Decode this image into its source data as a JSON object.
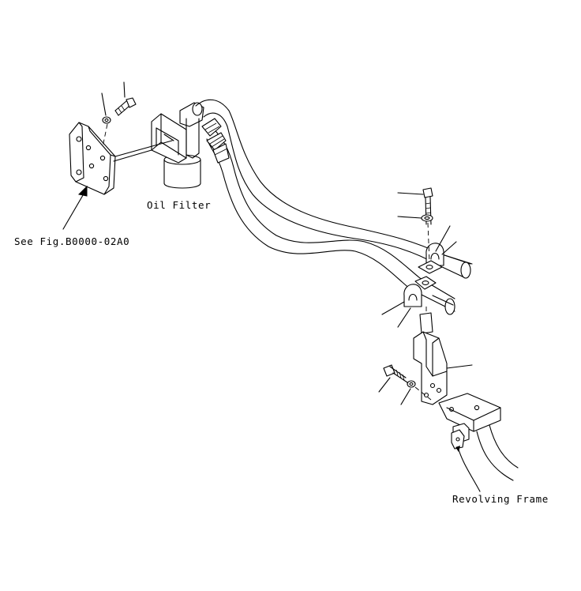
{
  "labels": {
    "oil_filter": "Oil Filter",
    "see_fig": "See Fig.B0000-02A0",
    "revolving_frame": "Revolving Frame"
  }
}
